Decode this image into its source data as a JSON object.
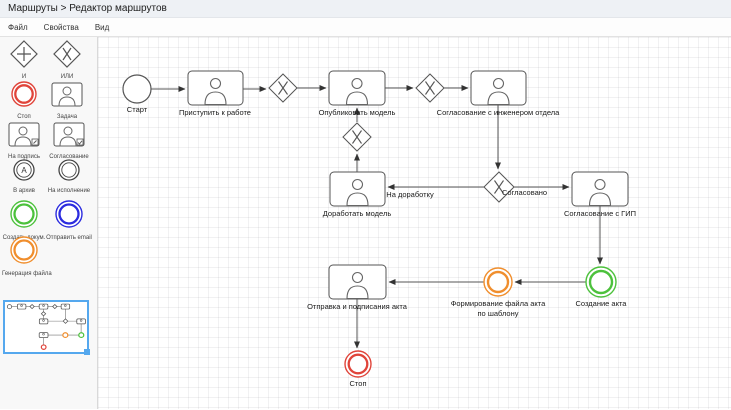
{
  "header": {
    "title": "Маршруты > Редактор маршрутов"
  },
  "menu": {
    "items": [
      {
        "label": "Файл"
      },
      {
        "label": "Свойства"
      },
      {
        "label": "Вид"
      }
    ]
  },
  "palette": {
    "items": [
      {
        "label": "И"
      },
      {
        "label": "ИЛИ"
      },
      {
        "label": "Стоп"
      },
      {
        "label": "Задача"
      },
      {
        "label": "На подпись"
      },
      {
        "label": "Согласование"
      },
      {
        "label": "В архив",
        "glyph": "А"
      },
      {
        "label": "На исполнение"
      },
      {
        "label": "Создать докум."
      },
      {
        "label": "Отправить email"
      },
      {
        "label": "Генерация файла"
      }
    ]
  },
  "diagram": {
    "nodes": {
      "start": {
        "label": "Старт"
      },
      "begin_work": {
        "label": "Приступить к работе"
      },
      "publish_model": {
        "label": "Опубликовать модель"
      },
      "approve_engineer": {
        "label": "Согласование с инженером отдела"
      },
      "approved": {
        "label": "Согласовано"
      },
      "rework_model": {
        "label": "Доработать модель"
      },
      "approve_gip": {
        "label": "Согласование с ГИП"
      },
      "create_act": {
        "label": "Создание акта"
      },
      "generate_act_file": {
        "label1": "Формирование файла акта",
        "label2": "по шаблону"
      },
      "send_sign_act": {
        "label": "Отправка и подписания акта"
      },
      "stop": {
        "label": "Стоп"
      }
    },
    "edge_labels": {
      "rework": "На доработку"
    }
  },
  "colors": {
    "stop_red": "#e0443a",
    "create_green": "#4cc13c",
    "email_blue": "#2b2bdf",
    "file_orange": "#f08e2d",
    "minimap_blue": "#55a8ee"
  }
}
